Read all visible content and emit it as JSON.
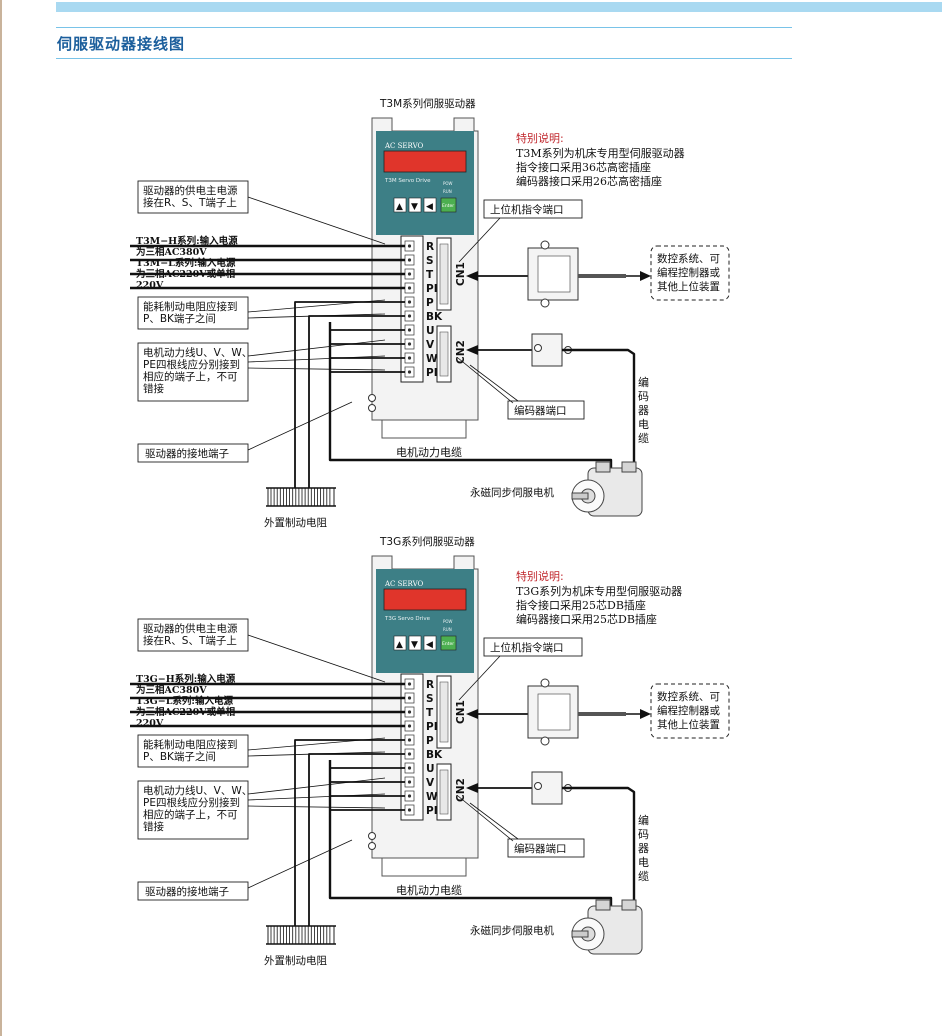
{
  "page": {
    "section_title": "伺服驱动器接线图"
  },
  "diagrams": [
    {
      "driver_title": "T3M系列伺服驱动器",
      "panel_brand": "AC SERVO",
      "panel_model": "T3M Servo Drive",
      "panel_led_pow": "POW",
      "panel_led_run": "RUN",
      "panel_enter": "Enter",
      "note_heading": "特别说明:",
      "note_lines": [
        "T3M系列为机床专用型伺服驱动器",
        "指令接口采用36芯高密插座",
        "编码器接口采用26芯高密插座"
      ],
      "terminals": [
        "R",
        "S",
        "T",
        "PE",
        "P",
        "BK",
        "U",
        "V",
        "W",
        "PE"
      ],
      "cn1": "CN1",
      "cn2": "CN2",
      "label_power_supply": [
        "驱动器的供电主电源",
        "接在R、S、T端子上"
      ],
      "label_input": [
        "T3M−H系列:输入电源",
        "为三相AC380V",
        "T3M−L系列:输入电源",
        "为三相AC220V或单相",
        "220V"
      ],
      "label_brake": [
        "能耗制动电阻应接到",
        "P、BK端子之间"
      ],
      "label_motor_lines": [
        "电机动力线U、V、W、",
        "PE四根线应分别接到",
        "相应的端子上，不可",
        "错接"
      ],
      "label_ground": "驱动器的接地端子",
      "label_host_port": "上位机指令端口",
      "label_encoder_port": "编码器端口",
      "label_motor_cable": "电机动力电缆",
      "label_motor": "永磁同步伺服电机",
      "label_resistor": "外置制动电阻",
      "label_encoder_cable": [
        "编",
        "码",
        "器",
        "电",
        "缆"
      ],
      "label_host_device": [
        "数控系统、可",
        "编程控制器或",
        "其他上位装置"
      ]
    },
    {
      "driver_title": "T3G系列伺服驱动器",
      "panel_brand": "AC SERVO",
      "panel_model": "T3G Servo Drive",
      "panel_led_pow": "POW",
      "panel_led_run": "RUN",
      "panel_enter": "Enter",
      "note_heading": "特别说明:",
      "note_lines": [
        "T3G系列为机床专用型伺服驱动器",
        "指令接口采用25芯DB插座",
        "编码器接口采用25芯DB插座"
      ],
      "terminals": [
        "R",
        "S",
        "T",
        "PE",
        "P",
        "BK",
        "U",
        "V",
        "W",
        "PE"
      ],
      "cn1": "CN1",
      "cn2": "CN2",
      "label_power_supply": [
        "驱动器的供电主电源",
        "接在R、S、T端子上"
      ],
      "label_input": [
        "T3G−H系列:输入电源",
        "为三相AC380V",
        "T3G−L系列:输入电源",
        "为三相AC220V或单相",
        "220V"
      ],
      "label_brake": [
        "能耗制动电阻应接到",
        "P、BK端子之间"
      ],
      "label_motor_lines": [
        "电机动力线U、V、W、",
        "PE四根线应分别接到",
        "相应的端子上，不可",
        "错接"
      ],
      "label_ground": "驱动器的接地端子",
      "label_host_port": "上位机指令端口",
      "label_encoder_port": "编码器端口",
      "label_motor_cable": "电机动力电缆",
      "label_motor": "永磁同步伺服电机",
      "label_resistor": "外置制动电阻",
      "label_encoder_cable": [
        "编",
        "码",
        "器",
        "电",
        "缆"
      ],
      "label_host_device": [
        "数控系统、可",
        "编程控制器或",
        "其他上位装置"
      ]
    }
  ],
  "colors": {
    "title_blue": "#1b5e9c",
    "band_blue": "#a9d9f1",
    "panel_teal": "#3d7f86",
    "display_red": "#e0352b",
    "note_red": "#c0272d",
    "enter_green": "#4caf50"
  }
}
